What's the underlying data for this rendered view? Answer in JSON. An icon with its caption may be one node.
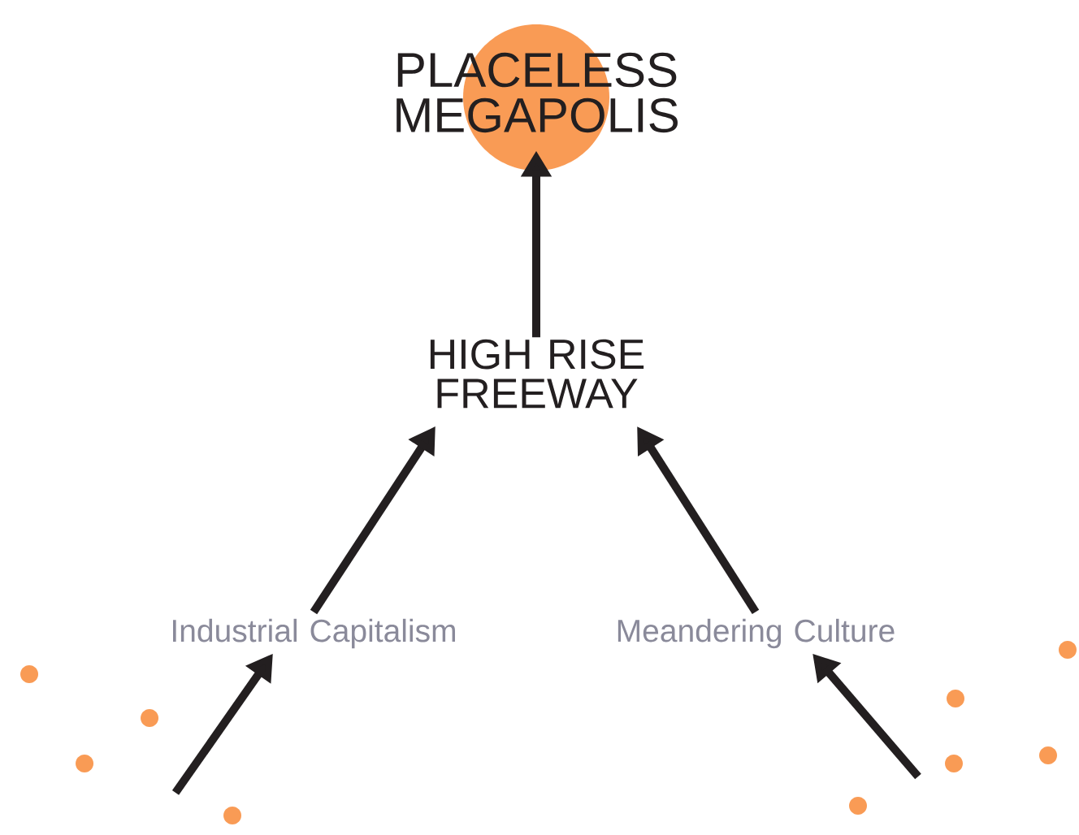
{
  "diagram": {
    "nodes": [
      {
        "text": [
          "PLACELESS MEGAPOLIS"
        ]
      },
      {
        "text": [
          "HIGH RISE FREEWAY"
        ]
      },
      {
        "text": [
          "Industrial Capitalism"
        ]
      },
      {
        "text": [
          "Meandering Culture"
        ]
      }
    ],
    "edges": [
      {
        "from": 1,
        "to": 0,
        "arrow": "to"
      },
      {
        "from": 2,
        "to": 1,
        "arrow": "to"
      },
      {
        "from": 3,
        "to": 1,
        "arrow": "to"
      },
      {
        "from": null,
        "to": 2,
        "arrow": "to"
      },
      {
        "from": null,
        "to": 3,
        "arrow": "to"
      }
    ]
  }
}
